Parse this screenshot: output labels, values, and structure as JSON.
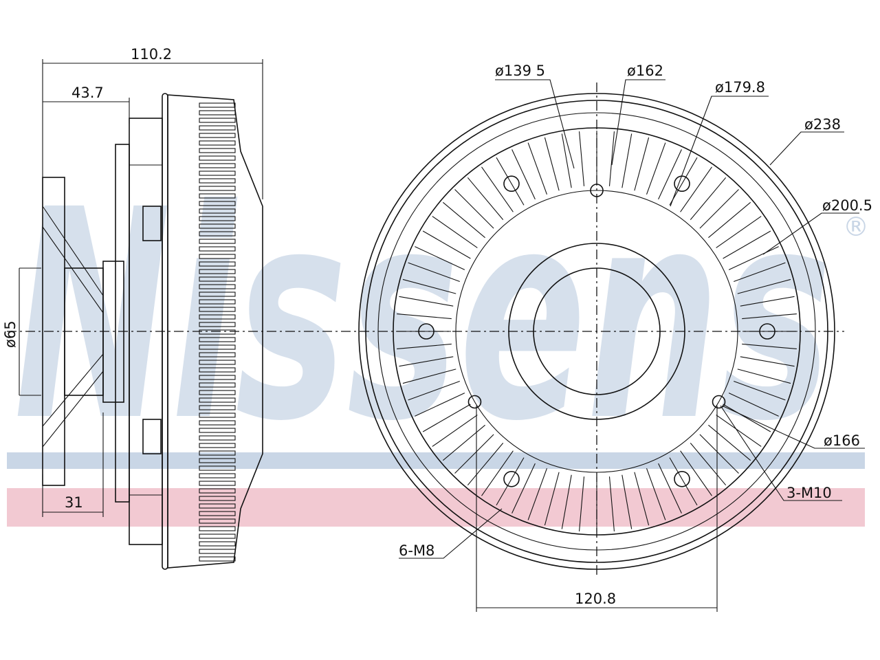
{
  "drawing": {
    "brand_watermark": "Nissens",
    "registered_mark": "®",
    "side_view": {
      "overall_length": "110.2",
      "hub_length": "43.7",
      "shaft_diameter": "ø65",
      "flange_length": "31"
    },
    "front_view": {
      "diameters": [
        "ø139 5",
        "ø162",
        "ø179.8",
        "ø238",
        "ø200.5",
        "ø166"
      ],
      "thread_3": "3-M10",
      "thread_6": "6-M8",
      "bolt_span": "120.8"
    }
  },
  "colors": {
    "line": "#111111",
    "watermark_blue": "#c9d6e6",
    "watermark_pink": "#f2c9d2"
  }
}
